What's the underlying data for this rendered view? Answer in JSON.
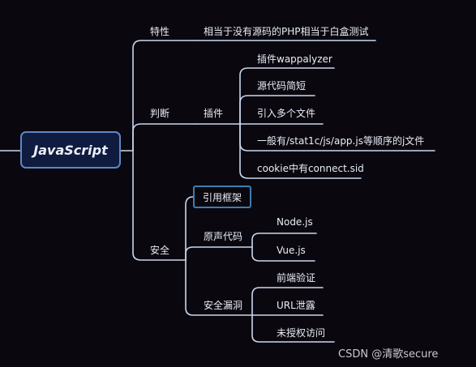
{
  "root": "JavaScript",
  "nodes": {
    "feature": "特性",
    "feature_desc": "相当于没有源码的PHP相当于白盒测试",
    "judge": "判断",
    "plugin": "插件",
    "plugin_items": [
      "插件wappalyzer",
      "源代码简短",
      "引入多个文件",
      "一般有/stat1c/js/app.js等顺序的j文件",
      "cookie中有connect.sid"
    ],
    "security": "安全",
    "framework": "引用框架",
    "native": "原声代码",
    "native_items": [
      "Node.js",
      "Vue.js"
    ],
    "vuln": "安全漏洞",
    "vuln_items": [
      "前端验证",
      "URL泄露",
      "未授权访问"
    ]
  },
  "watermark": "CSDN @清歌secure",
  "colors": {
    "line": "#c9d8ee",
    "root_border": "#5d88c4",
    "root_fill": "#0f1b3f",
    "box_border": "#3a7fb0"
  }
}
